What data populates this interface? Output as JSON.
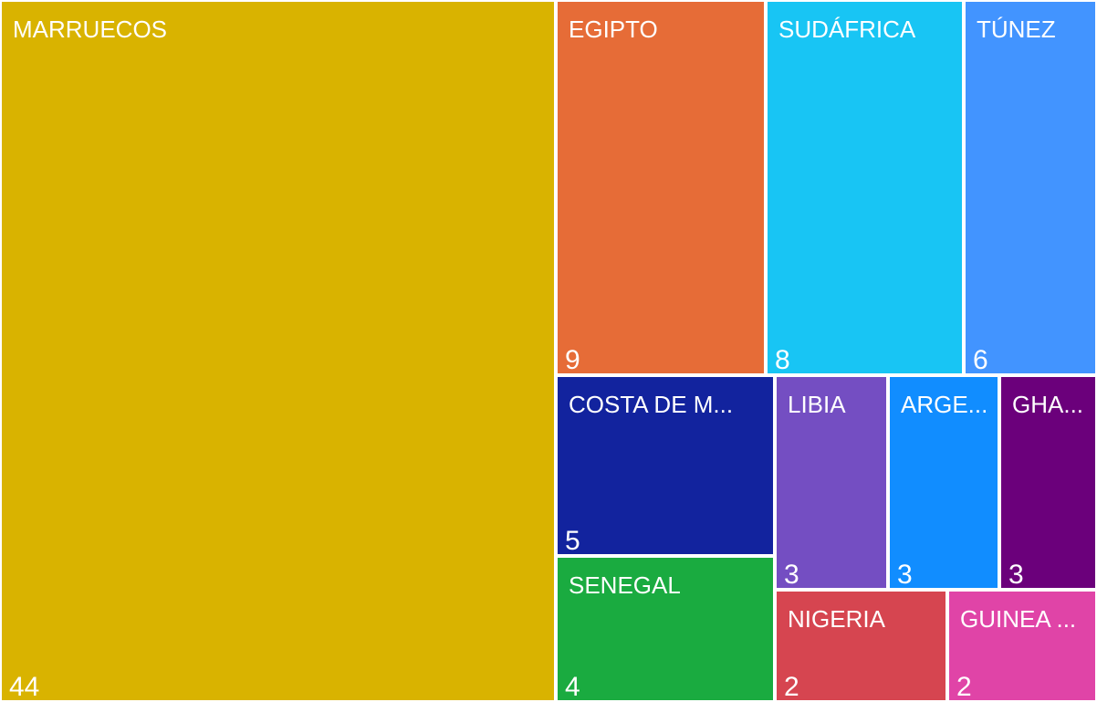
{
  "chart_data": {
    "type": "treemap",
    "items": [
      {
        "label": "MARRUECOS",
        "value": 44,
        "color": "#D9B300"
      },
      {
        "label": "EGIPTO",
        "value": 9,
        "color": "#E66C37"
      },
      {
        "label": "SUDÁFRICA",
        "value": 8,
        "color": "#18C5F4"
      },
      {
        "label": "TÚNEZ",
        "value": 6,
        "color": "#4294FF"
      },
      {
        "label": "COSTA DE M...",
        "value": 5,
        "color": "#12239E"
      },
      {
        "label": "SENEGAL",
        "value": 4,
        "color": "#1AAB40"
      },
      {
        "label": "LIBIA",
        "value": 3,
        "color": "#744EC2"
      },
      {
        "label": "ARGE...",
        "value": 3,
        "color": "#118DFF"
      },
      {
        "label": "GHA...",
        "value": 3,
        "color": "#6B007B"
      },
      {
        "label": "NIGERIA",
        "value": 2,
        "color": "#D64550"
      },
      {
        "label": "GUINEA ...",
        "value": 2,
        "color": "#E044A7"
      }
    ]
  }
}
